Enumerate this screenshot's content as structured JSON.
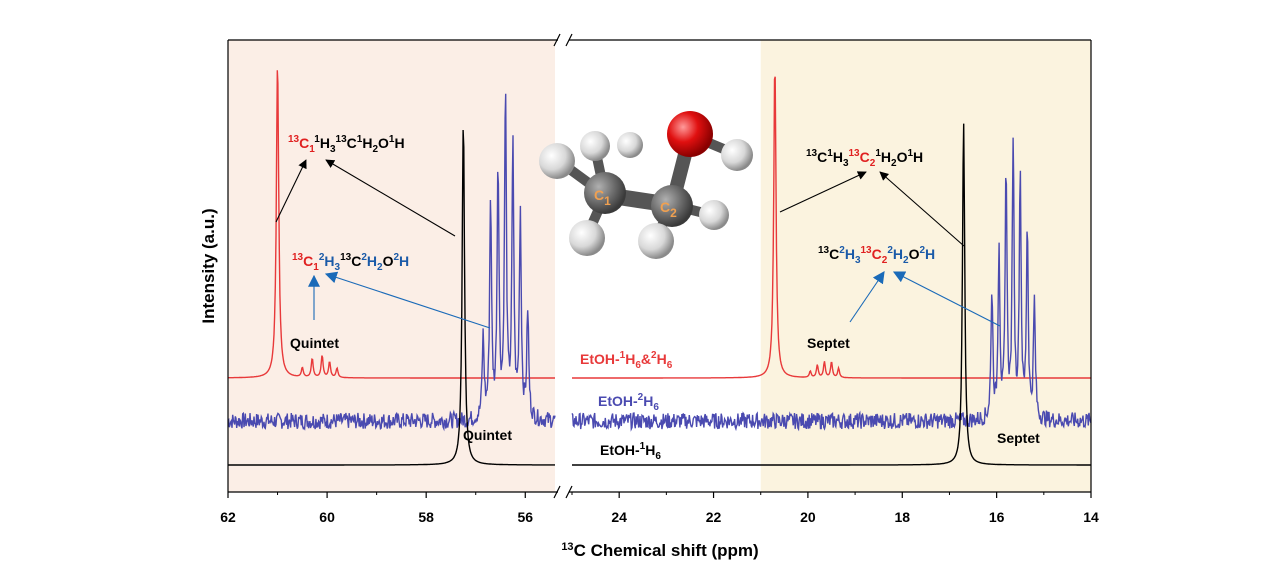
{
  "chart_data": {
    "type": "line",
    "xlabel_prefix": "13",
    "xlabel_main": "C Chemical shift (ppm)",
    "ylabel": "Intensity (a.u.)",
    "x_reversed": true,
    "x_segments": [
      {
        "xlim": [
          62,
          55.4
        ],
        "ticks": [
          62,
          60,
          58,
          56
        ]
      },
      {
        "xlim": [
          25,
          14
        ],
        "ticks": [
          24,
          22,
          20,
          18,
          16,
          14
        ]
      }
    ],
    "axis_break": true,
    "highlight_regions": [
      {
        "range": [
          62,
          55.4
        ],
        "color": "#fbeee6"
      },
      {
        "range": [
          21,
          14
        ],
        "color": "#fbf3df"
      }
    ],
    "series": [
      {
        "name": "EtOH-1H6&2H6",
        "name_parts": [
          "EtOH-",
          "1",
          "H",
          "6",
          "&",
          "2",
          "H",
          "6"
        ],
        "color": "#e8393a",
        "peaks": [
          {
            "x": 61.0,
            "h": 1.0,
            "w": 0.05
          },
          {
            "x": 60.5,
            "h": 0.03,
            "w": 0.04
          },
          {
            "x": 60.3,
            "h": 0.06,
            "w": 0.04
          },
          {
            "x": 60.1,
            "h": 0.07,
            "w": 0.04
          },
          {
            "x": 59.95,
            "h": 0.05,
            "w": 0.04
          },
          {
            "x": 59.8,
            "h": 0.03,
            "w": 0.04
          },
          {
            "x": 20.7,
            "h": 1.0,
            "w": 0.05
          },
          {
            "x": 19.95,
            "h": 0.02,
            "w": 0.04
          },
          {
            "x": 19.8,
            "h": 0.04,
            "w": 0.04
          },
          {
            "x": 19.65,
            "h": 0.05,
            "w": 0.04
          },
          {
            "x": 19.5,
            "h": 0.05,
            "w": 0.04
          },
          {
            "x": 19.35,
            "h": 0.03,
            "w": 0.04
          }
        ]
      },
      {
        "name": "EtOH-2H6",
        "name_parts": [
          "EtOH-",
          "2",
          "H",
          "6"
        ],
        "color": "#4a4ab0",
        "noise": 0.025,
        "peaks": [
          {
            "x": 56.85,
            "h": 0.25,
            "w": 0.04
          },
          {
            "x": 56.7,
            "h": 0.67,
            "w": 0.04
          },
          {
            "x": 56.55,
            "h": 0.78,
            "w": 0.04
          },
          {
            "x": 56.4,
            "h": 1.0,
            "w": 0.04
          },
          {
            "x": 56.25,
            "h": 0.83,
            "w": 0.04
          },
          {
            "x": 56.1,
            "h": 0.63,
            "w": 0.04
          },
          {
            "x": 55.95,
            "h": 0.33,
            "w": 0.04
          },
          {
            "x": 16.1,
            "h": 0.4,
            "w": 0.04
          },
          {
            "x": 15.95,
            "h": 0.53,
            "w": 0.04
          },
          {
            "x": 15.8,
            "h": 0.77,
            "w": 0.04
          },
          {
            "x": 15.65,
            "h": 0.86,
            "w": 0.04
          },
          {
            "x": 15.5,
            "h": 0.76,
            "w": 0.04
          },
          {
            "x": 15.35,
            "h": 0.59,
            "w": 0.04
          },
          {
            "x": 15.2,
            "h": 0.36,
            "w": 0.04
          }
        ]
      },
      {
        "name": "EtOH-1H6",
        "name_parts": [
          "EtOH-",
          "1",
          "H",
          "6"
        ],
        "color": "#000000",
        "peaks": [
          {
            "x": 57.25,
            "h": 1.0,
            "w": 0.05
          },
          {
            "x": 16.7,
            "h": 1.0,
            "w": 0.05
          }
        ]
      }
    ],
    "annotations": {
      "quintet": "Quintet",
      "septet": "Septet",
      "formula_c1_h": [
        {
          "t": "13",
          "k": "sup",
          "c": "#e02020"
        },
        {
          "t": "C",
          "k": "n",
          "c": "#e02020"
        },
        {
          "t": "1",
          "k": "sub",
          "c": "#e02020"
        },
        {
          "t": "1",
          "k": "sup",
          "c": "#000"
        },
        {
          "t": "H",
          "k": "n",
          "c": "#000"
        },
        {
          "t": "3",
          "k": "sub",
          "c": "#000"
        },
        {
          "t": "13",
          "k": "sup",
          "c": "#000"
        },
        {
          "t": "C",
          "k": "n",
          "c": "#000"
        },
        {
          "t": "1",
          "k": "sup",
          "c": "#000"
        },
        {
          "t": "H",
          "k": "n",
          "c": "#000"
        },
        {
          "t": "2",
          "k": "sub",
          "c": "#000"
        },
        {
          "t": "O",
          "k": "n",
          "c": "#000"
        },
        {
          "t": "1",
          "k": "sup",
          "c": "#000"
        },
        {
          "t": "H",
          "k": "n",
          "c": "#000"
        }
      ],
      "formula_c1_d": [
        {
          "t": "13",
          "k": "sup",
          "c": "#e02020"
        },
        {
          "t": "C",
          "k": "n",
          "c": "#e02020"
        },
        {
          "t": "1",
          "k": "sub",
          "c": "#e02020"
        },
        {
          "t": "2",
          "k": "sup",
          "c": "#1a5aa8"
        },
        {
          "t": "H",
          "k": "n",
          "c": "#1a5aa8"
        },
        {
          "t": "3",
          "k": "sub",
          "c": "#1a5aa8"
        },
        {
          "t": "13",
          "k": "sup",
          "c": "#000"
        },
        {
          "t": "C",
          "k": "n",
          "c": "#000"
        },
        {
          "t": "2",
          "k": "sup",
          "c": "#1a5aa8"
        },
        {
          "t": "H",
          "k": "n",
          "c": "#1a5aa8"
        },
        {
          "t": "2",
          "k": "sub",
          "c": "#1a5aa8"
        },
        {
          "t": "O",
          "k": "n",
          "c": "#000"
        },
        {
          "t": "2",
          "k": "sup",
          "c": "#1a5aa8"
        },
        {
          "t": "H",
          "k": "n",
          "c": "#1a5aa8"
        }
      ],
      "formula_c2_h": [
        {
          "t": "13",
          "k": "sup",
          "c": "#000"
        },
        {
          "t": "C",
          "k": "n",
          "c": "#000"
        },
        {
          "t": "1",
          "k": "sup",
          "c": "#000"
        },
        {
          "t": "H",
          "k": "n",
          "c": "#000"
        },
        {
          "t": "3",
          "k": "sub",
          "c": "#000"
        },
        {
          "t": "13",
          "k": "sup",
          "c": "#e02020"
        },
        {
          "t": "C",
          "k": "n",
          "c": "#e02020"
        },
        {
          "t": "2",
          "k": "sub",
          "c": "#e02020"
        },
        {
          "t": "1",
          "k": "sup",
          "c": "#000"
        },
        {
          "t": "H",
          "k": "n",
          "c": "#000"
        },
        {
          "t": "2",
          "k": "sub",
          "c": "#000"
        },
        {
          "t": "O",
          "k": "n",
          "c": "#000"
        },
        {
          "t": "1",
          "k": "sup",
          "c": "#000"
        },
        {
          "t": "H",
          "k": "n",
          "c": "#000"
        }
      ],
      "formula_c2_d": [
        {
          "t": "13",
          "k": "sup",
          "c": "#000"
        },
        {
          "t": "C",
          "k": "n",
          "c": "#000"
        },
        {
          "t": "2",
          "k": "sup",
          "c": "#1a5aa8"
        },
        {
          "t": "H",
          "k": "n",
          "c": "#1a5aa8"
        },
        {
          "t": "3",
          "k": "sub",
          "c": "#1a5aa8"
        },
        {
          "t": "13",
          "k": "sup",
          "c": "#e02020"
        },
        {
          "t": "C",
          "k": "n",
          "c": "#e02020"
        },
        {
          "t": "2",
          "k": "sub",
          "c": "#e02020"
        },
        {
          "t": "2",
          "k": "sup",
          "c": "#1a5aa8"
        },
        {
          "t": "H",
          "k": "n",
          "c": "#1a5aa8"
        },
        {
          "t": "2",
          "k": "sub",
          "c": "#1a5aa8"
        },
        {
          "t": "O",
          "k": "n",
          "c": "#000"
        },
        {
          "t": "2",
          "k": "sup",
          "c": "#1a5aa8"
        },
        {
          "t": "H",
          "k": "n",
          "c": "#1a5aa8"
        }
      ]
    },
    "molecule_labels": {
      "c1": {
        "main": "C",
        "sub": "1"
      },
      "c2": {
        "main": "C",
        "sub": "2"
      }
    },
    "grid": false,
    "legend": "inline labels near traces"
  },
  "colors": {
    "red_trace": "#e8393a",
    "blue_trace": "#4a4ab0",
    "black_trace": "#000000",
    "arrow_blue": "#1a6ab8",
    "carbon_label": "#f0a050",
    "oxygen": "#d01010"
  }
}
